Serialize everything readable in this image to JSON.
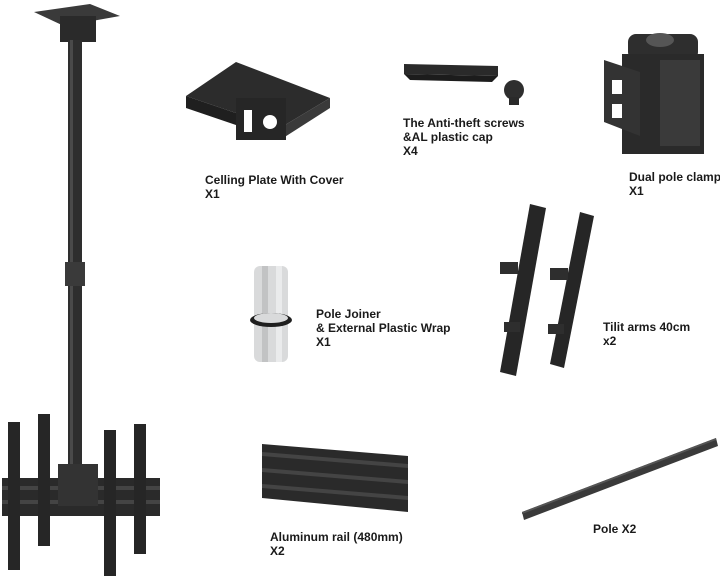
{
  "colors": {
    "metal_dark": "#2a2a2a",
    "metal_mid": "#3a3a3a",
    "metal_light": "#555555",
    "joiner": "#d9dadb",
    "text": "#1a1a1a"
  },
  "parts": {
    "ceiling_plate": {
      "name": "Celling Plate With Cover",
      "qty": "X1"
    },
    "screws": {
      "line1": "The Anti-theft screws",
      "line2": "&AL plastic cap",
      "qty": "X4"
    },
    "clamp": {
      "name": "Dual pole clamp",
      "qty": "X1"
    },
    "joiner": {
      "line1": "Pole Joiner",
      "line2": "& External Plastic Wrap",
      "qty": "X1"
    },
    "tilt_arms": {
      "name": "Tilit arms 40cm",
      "qty": "x2"
    },
    "rail": {
      "name": "Aluminum rail (480mm)",
      "qty": "X2"
    },
    "pole": {
      "name": "Pole X2"
    }
  }
}
